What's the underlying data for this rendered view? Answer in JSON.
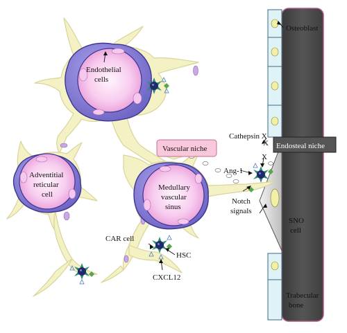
{
  "labels": {
    "osteoblast": "Osteoblast",
    "endothelial_cells_line1": "Endothelial",
    "endothelial_cells_line2": "cells",
    "vascular_niche": "Vascular niche",
    "cathepsin_x": "Cathepsin X",
    "x_mark_1": "X",
    "x_mark_2": "X",
    "endosteal_niche": "Endosteal niche",
    "ang1": "Ang-1",
    "adventitial_line1": "Adventitial",
    "adventitial_line2": "reticular",
    "adventitial_line3": "cell",
    "medullary_line1": "Medullary",
    "medullary_line2": "vascular",
    "medullary_line3": "sinus",
    "notch_line1": "Notch",
    "notch_line2": "signals",
    "sno_line1": "SNO",
    "sno_line2": "cell",
    "car_cell": "CAR cell",
    "hsc": "HSC",
    "cxcl12": "CXCL12",
    "trabecular_line1": "Trabecular",
    "trabecular_line2": "bone"
  },
  "colors": {
    "car_fill": "#f4f2c4",
    "car_stroke": "#d8d49a",
    "endothelial_fill": "#8c84d8",
    "endothelial_stroke": "#3c3490",
    "lumen_fill": "#f6c8ee",
    "bone_fill": "#4a4a4a",
    "osteoblast_fill": "#dff2f6",
    "niche_box_fill": "#f9c8dc",
    "endosteal_box_fill": "#555555",
    "hsc_core": "#1e2a6a",
    "hsc_star": "#2e8c74",
    "ligand_green": "#5aa64a",
    "sno_fill": "#d8d8d8"
  },
  "icons": [
    "hsc-icon",
    "cxcl12-triangle-icon",
    "ang1-diamond-icon",
    "osteoblast-cell-icon"
  ]
}
